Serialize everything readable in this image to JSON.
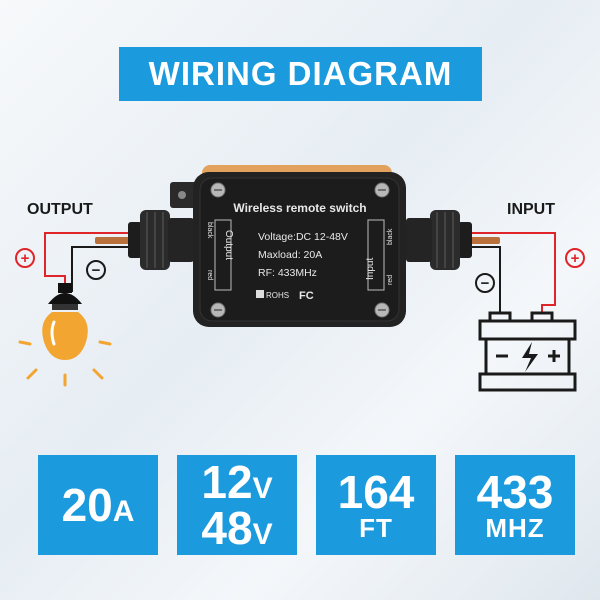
{
  "title": "WIRING DIAGRAM",
  "labels": {
    "output": "OUTPUT",
    "input": "INPUT",
    "plus": "+",
    "minus": "−"
  },
  "device": {
    "name": "Wireless remote switch",
    "voltage": "Voltage:DC 12-48V",
    "maxload": "Maxload: 20A",
    "rf": "RF: 433MHz",
    "output_port": "Output",
    "input_port": "Input",
    "black": "black",
    "red": "red",
    "rohs": "ROHS",
    "fc": "FC"
  },
  "tiles": [
    {
      "big": "20",
      "small": "A"
    },
    {
      "line1_big": "12",
      "line1_small": "V",
      "line2_big": "48",
      "line2_small": "V"
    },
    {
      "big": "164",
      "sub": "FT"
    },
    {
      "big": "433",
      "sub": "MHZ"
    }
  ],
  "colors": {
    "accent": "#1c9ade",
    "wire_red": "#e0252a",
    "wire_black": "#1a1a1a",
    "bulb": "#f2a531",
    "device_body": "#222222",
    "device_cap": "#e2a15c"
  }
}
